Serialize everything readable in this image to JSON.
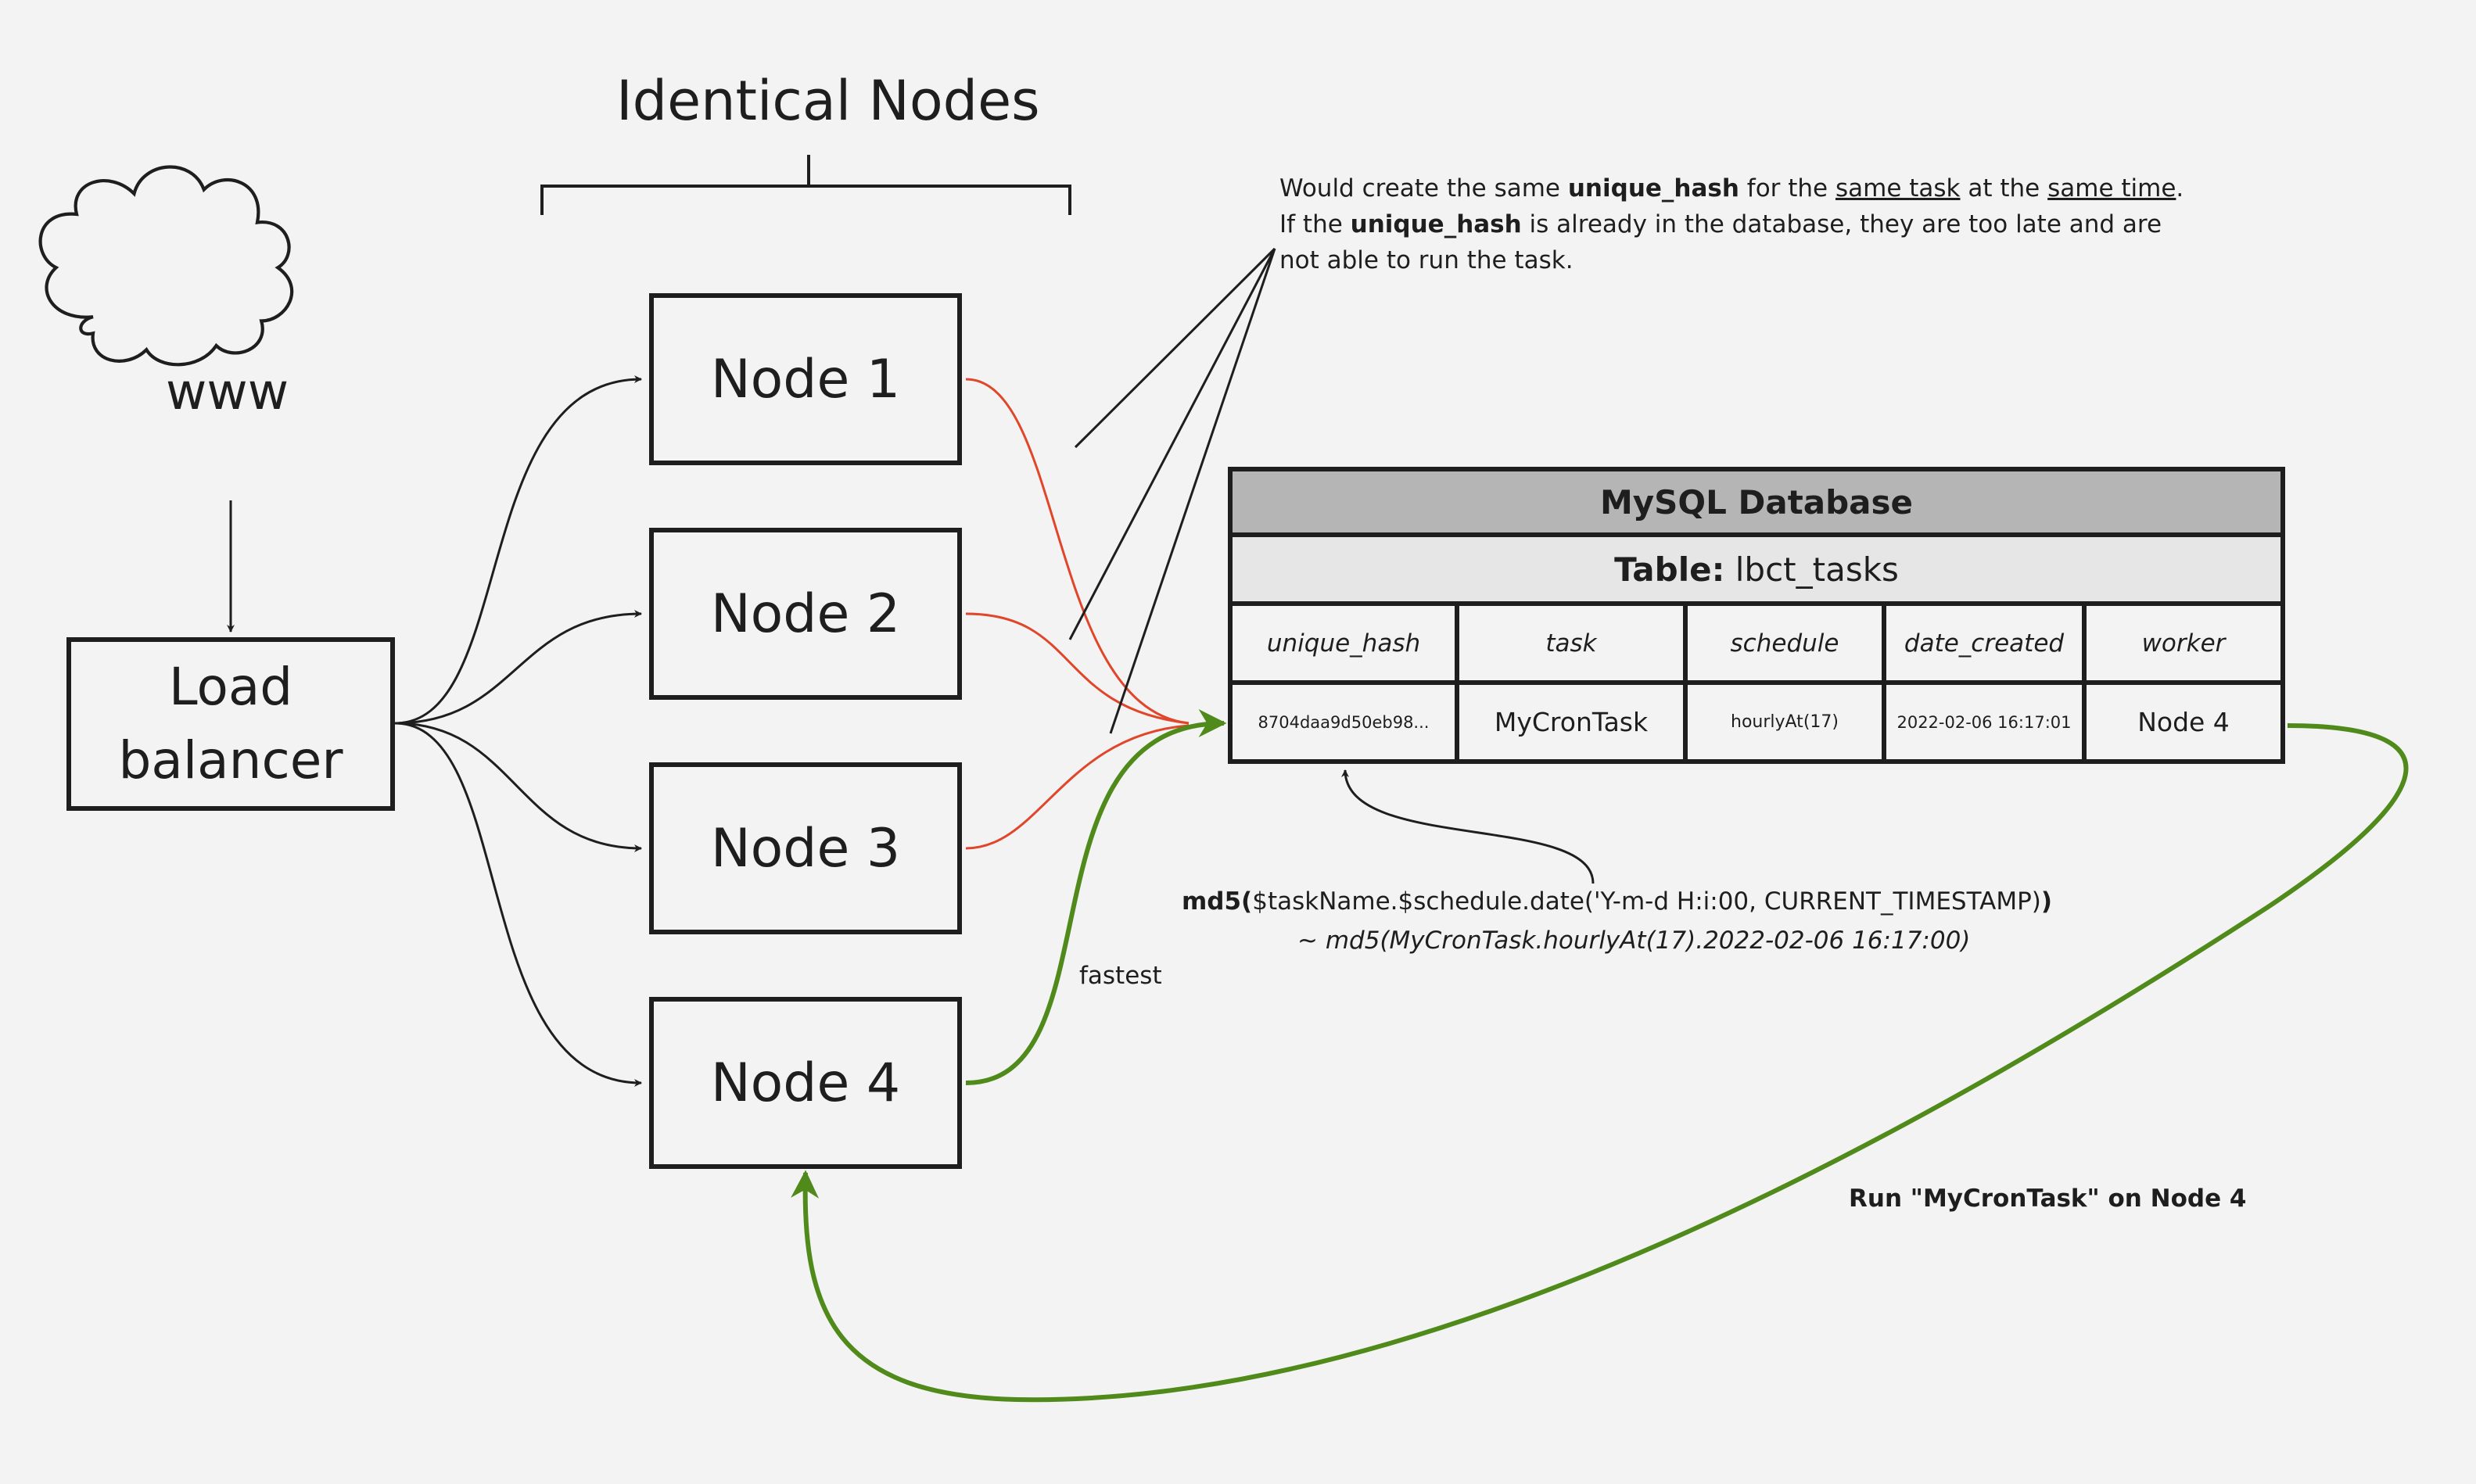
{
  "title": "Identical Nodes",
  "internet_label": "www",
  "load_balancer": {
    "line1": "Load",
    "line2": "balancer"
  },
  "nodes": [
    {
      "label": "Node 1"
    },
    {
      "label": "Node 2"
    },
    {
      "label": "Node 3"
    },
    {
      "label": "Node 4"
    }
  ],
  "note": {
    "p1": "Would create the same ",
    "p2": "unique_hash",
    "p3": " for the ",
    "p4": "same task",
    "p5": " at the ",
    "p6": "same time",
    "p7": ".",
    "p8": "If the ",
    "p9": "unique_hash",
    "p10": " is already in the database, they are too late and are",
    "p11": "not able to run the task."
  },
  "database": {
    "title": "MySQL Database",
    "table_prefix": "Table:",
    "table_name": "lbct_tasks",
    "columns": [
      "unique_hash",
      "task",
      "schedule",
      "date_created",
      "worker"
    ],
    "row": [
      "8704daa9d50eb98...",
      "MyCronTask",
      "hourlyAt(17)",
      "2022-02-06 16:17:01",
      "Node 4"
    ]
  },
  "formula": {
    "fn_open": "md5(",
    "args": "$taskName.$schedule.date('Y-m-d H:i:00, CURRENT_TIMESTAMP)",
    "fn_close": ")",
    "example": "~ md5(MyCronTask.hourlyAt(17).2022-02-06 16:17:00)"
  },
  "fastest_label": "fastest",
  "run_label": "Run \"MyCronTask\" on Node 4",
  "colors": {
    "ink": "#1e1e1e",
    "red": "#e0462a",
    "green": "#4f8a1b",
    "background": "#f3f3f3"
  }
}
